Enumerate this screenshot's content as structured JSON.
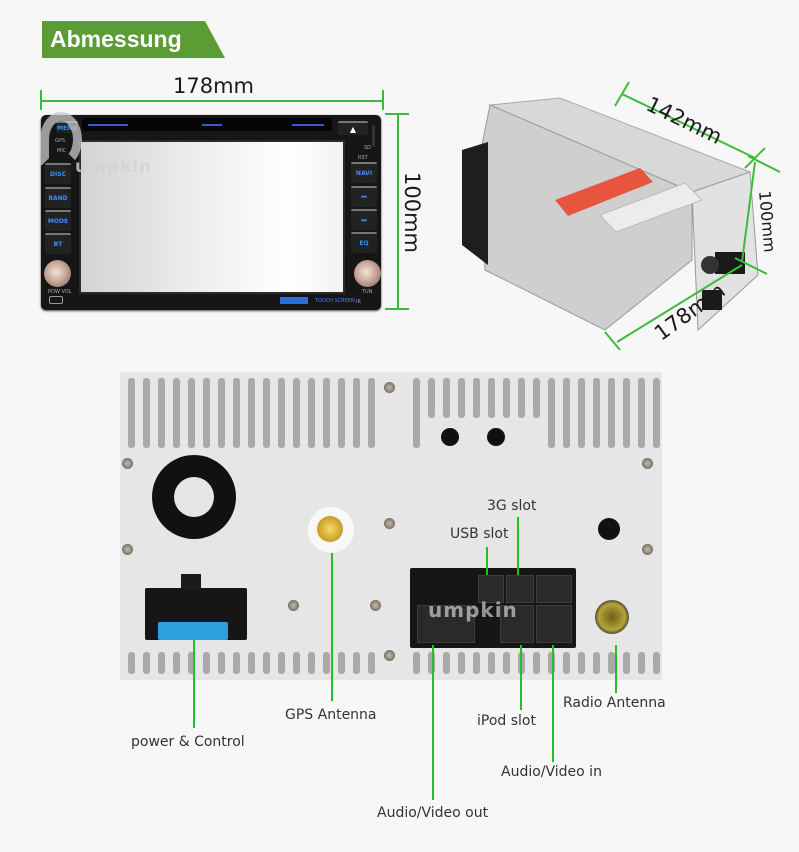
{
  "header": {
    "title": "Abmessung"
  },
  "colors": {
    "banner": "#5c9c35",
    "dimension_line": "#3dbb3d",
    "pointer_line": "#22c022",
    "button_glow": "#3d8dff"
  },
  "front_view": {
    "width_label": "178mm",
    "height_label": "100mm",
    "left_buttons": [
      "MENU",
      "DISC",
      "BAND",
      "MODE",
      "BT"
    ],
    "right_buttons": [
      "NAVI",
      "⏮",
      "⏭",
      "EQ"
    ],
    "small_labels": {
      "gps": "GPS",
      "mic": "MIC",
      "sd": "SD",
      "rst": "RST",
      "pow_vol": "POW VOL",
      "tun": "TUN",
      "ir": "IR",
      "eject": "▲",
      "touch": "TOUCH SCREEN"
    },
    "watermark": "umpkin"
  },
  "iso_view": {
    "depth_label": "142mm",
    "height_label": "100mm",
    "width_label": "178mm"
  },
  "rear_view": {
    "watermark": "umpkin",
    "callouts": [
      {
        "id": "power",
        "label": "power & Control"
      },
      {
        "id": "gps",
        "label": "GPS Antenna"
      },
      {
        "id": "av_out",
        "label": "Audio/Video out"
      },
      {
        "id": "ipod",
        "label": "iPod slot"
      },
      {
        "id": "av_in",
        "label": "Audio/Video in"
      },
      {
        "id": "radio",
        "label": "Radio Antenna"
      },
      {
        "id": "usb",
        "label": "USB slot"
      },
      {
        "id": "3g",
        "label": "3G slot"
      }
    ]
  }
}
